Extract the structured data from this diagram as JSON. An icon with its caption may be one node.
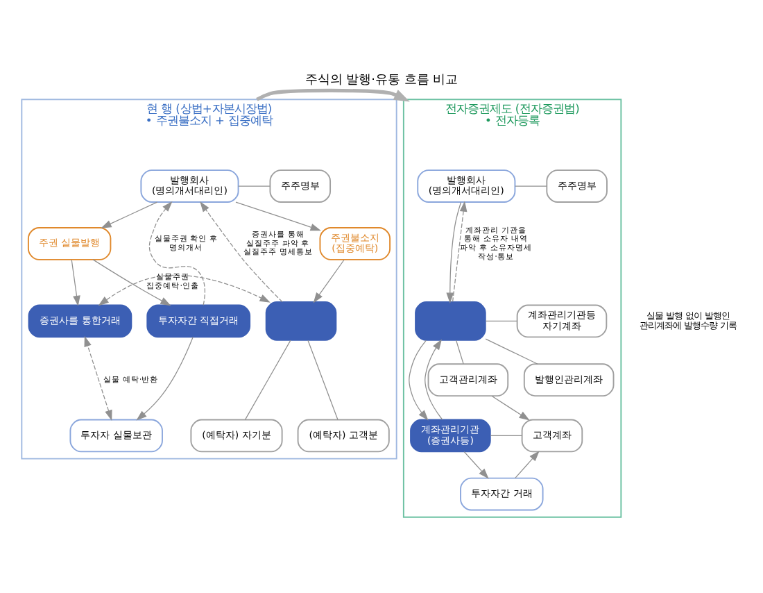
{
  "diagram": {
    "title": "주식의 발행·유통 흐름 비교",
    "nodes": [
      {
        "text": [
          "현 행 (상법+자본시장법)",
          "• 주권불소지 + 집중예탁"
        ]
      },
      {
        "text": [
          "발행회사 (명의개서대리인)"
        ],
        "in": 0
      },
      {
        "text": [
          "주주명부"
        ],
        "in": 0
      },
      {
        "text": [
          "주권 실물발행"
        ],
        "in": 0
      },
      {
        "text": [
          "주권불소지 (집중예탁)"
        ],
        "in": 0
      },
      {
        "text": [
          "투자자간 직접거래"
        ],
        "in": 0
      },
      {
        "text": [
          "증권사를 통한거래"
        ],
        "in": 0
      },
      {
        "text": [],
        "shape": "box",
        "in": 0
      },
      {
        "text": [
          "투자자 실물보관"
        ],
        "in": 0
      },
      {
        "text": [
          "(예탁자) 자기분"
        ],
        "in": 0
      },
      {
        "text": [
          "(예탁자) 고객분"
        ],
        "in": 0
      },
      {
        "text": [
          "전자증권제도 (전자증권법)",
          "• 전자등록"
        ]
      },
      {
        "text": [
          "발행회사 (명의개서대리인)"
        ],
        "in": 11
      },
      {
        "text": [
          "주주명부"
        ],
        "in": 11
      },
      {
        "text": [
          "발행인관리계좌"
        ],
        "in": 11
      },
      {
        "text": [
          "계좌관리기관등 자기계좌"
        ],
        "in": 11
      },
      {
        "text": [
          "고객관리계좌"
        ],
        "in": 11
      },
      {
        "text": [],
        "shape": "box",
        "in": 11
      },
      {
        "text": [
          "계좌관리기관 (증권사등)"
        ],
        "in": 11
      },
      {
        "text": [
          "고객계좌"
        ],
        "in": 11
      },
      {
        "text": [
          "투자자간 거래"
        ],
        "in": 11
      }
    ],
    "edges": [
      {
        "from": 0,
        "to": 11,
        "arrow": "to",
        "color": "#b0b0b0",
        "style": "thick"
      },
      {
        "from": 1,
        "to": 2,
        "arrow": "none"
      },
      {
        "from": 1,
        "to": 3,
        "arrow": "to"
      },
      {
        "from": 1,
        "to": 4,
        "arrow": "to"
      },
      {
        "from": 5,
        "to": 1,
        "arrow": "to",
        "style": "dashed",
        "label": "실물주권 확인 후 명의개서"
      },
      {
        "from": 7,
        "to": 1,
        "arrow": "to",
        "style": "dashed",
        "label": "증권사를 통해 실질주주 파악 후 실질주주 명세통보"
      },
      {
        "from": 3,
        "to": 5,
        "arrow": "to"
      },
      {
        "from": 3,
        "to": 6,
        "arrow": "to"
      },
      {
        "from": 4,
        "to": 7,
        "arrow": "to"
      },
      {
        "from": 6,
        "to": 7,
        "arrow": "both",
        "style": "dashed",
        "label": "실물주권 집중예탁·인출"
      },
      {
        "from": 5,
        "to": 8,
        "arrow": "to"
      },
      {
        "from": 8,
        "to": 6,
        "arrow": "both",
        "style": "dashed",
        "label": "실물 예탁·반환"
      },
      {
        "from": 7,
        "to": 9,
        "arrow": "none"
      },
      {
        "from": 7,
        "to": 10,
        "arrow": "none"
      },
      {
        "from": 12,
        "to": 13,
        "arrow": "none"
      },
      {
        "from": 12,
        "to": 17,
        "arrow": "to"
      },
      {
        "from": 17,
        "to": 12,
        "arrow": "to",
        "style": "dashed",
        "label": "계좌관리 기관을 통해 소유자 내역 파악 후 소유자명세 작성·통보"
      },
      {
        "from": 17,
        "to": 14,
        "arrow": "none"
      },
      {
        "from": 17,
        "to": 15,
        "arrow": "none"
      },
      {
        "from": 17,
        "to": 16,
        "arrow": "none"
      },
      {
        "from": 17,
        "to": 18,
        "arrow": "to"
      },
      {
        "from": 18,
        "to": 17,
        "arrow": "to"
      },
      {
        "from": 18,
        "to": 19,
        "arrow": "none"
      },
      {
        "from": 16,
        "to": 19,
        "arrow": "to"
      },
      {
        "from": 18,
        "to": 20,
        "arrow": "to"
      },
      {
        "from": 20,
        "to": 19,
        "arrow": "to"
      }
    ],
    "labels": [
      "실물 발행 없이 발행인 관리계좌에 발행수량 기록"
    ]
  }
}
